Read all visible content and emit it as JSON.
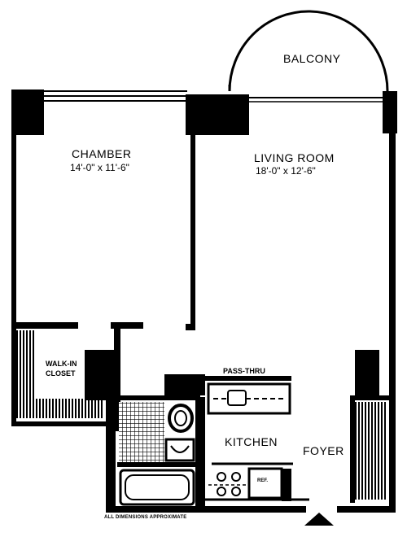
{
  "floorplan": {
    "rooms": {
      "balcony": {
        "name": "BALCONY"
      },
      "chamber": {
        "name": "CHAMBER",
        "dimensions": "14'-0\" x 11'-6\""
      },
      "living_room": {
        "name": "LIVING ROOM",
        "dimensions": "18'-0\" x 12'-6\""
      },
      "walk_in_closet": {
        "line1": "WALK-IN",
        "line2": "CLOSET"
      },
      "kitchen": {
        "name": "KITCHEN"
      },
      "foyer": {
        "name": "FOYER"
      }
    },
    "labels": {
      "pass_thru": "PASS-THRU",
      "refrigerator": "REF."
    },
    "footnote": "ALL DIMENSIONS APPROXIMATE"
  },
  "colors": {
    "ink": "#000000",
    "paper": "#ffffff"
  }
}
